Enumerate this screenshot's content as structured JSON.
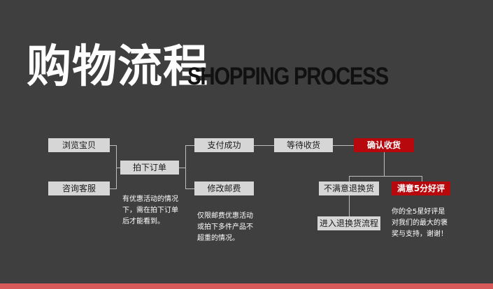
{
  "title": {
    "cn": "购物流程",
    "en": "SHOPPING PROCESS"
  },
  "steps": {
    "browse": "浏览宝贝",
    "consult": "咨询客服",
    "order": "拍下订单",
    "pay_success": "支付成功",
    "modify_postage": "修改邮费",
    "wait_receipt": "等待收货",
    "confirm_receipt": "确认收货",
    "unsatisfied": "不满意退换货",
    "return_flow": "进入退换货流程",
    "satisfied": "满意5分好评"
  },
  "notes": {
    "order": [
      "有优惠活动的情况",
      "下，需在拍下订单",
      "后才能看到。"
    ],
    "postage": [
      "仅限邮费优惠活动",
      "或拍下多件产品不",
      "超重的情况。"
    ],
    "praise": [
      "你的全5星好评是",
      "对我们的最大的褒",
      "奖与支持，谢谢！"
    ]
  },
  "colors": {
    "background": "#3f3f40",
    "box": "#d6d6d6",
    "accent": "#b7080d",
    "bottom_bar": "#d8595a"
  }
}
